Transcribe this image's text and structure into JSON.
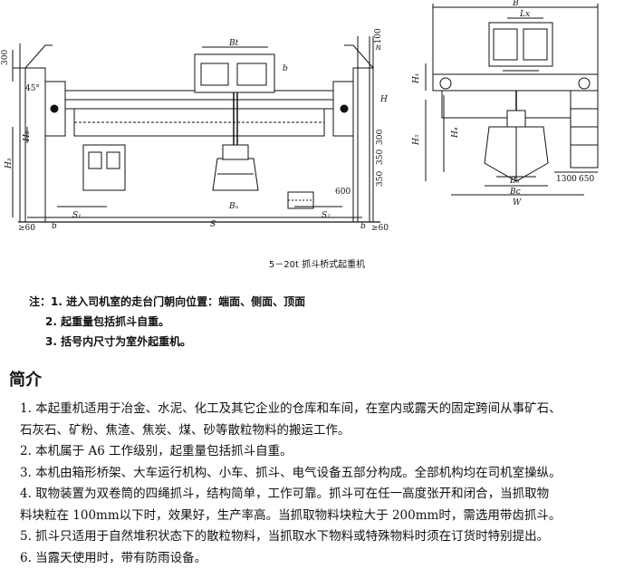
{
  "drawing": {
    "caption": "5－20t 抓斗桥式起重机",
    "labels": {
      "h300_left": "300",
      "angle45": "45°",
      "bt": "Bt",
      "b_top": "b",
      "ge100": "≥100",
      "h_right": "H",
      "h2": "H₂",
      "h3": "H₃",
      "h350": "350",
      "h300_right": "300",
      "h350_b": "350",
      "d600": "600",
      "bn": "Bₙ",
      "ge60_left": "≥60",
      "s1": "S₁",
      "s": "S",
      "s2": "S₂",
      "b_left": "b",
      "b_right": "b",
      "ge60_right": "≥60",
      "B": "B",
      "Lx": "Lx",
      "H1": "H₁",
      "H5": "H₅",
      "H4": "H₄",
      "B0": "B₀",
      "Bc": "Bᴄ",
      "W": "W",
      "d1300": "1300",
      "d650": "650"
    }
  },
  "notes": {
    "n1": "注：1. 进入司机室的走台门朝向位置：端面、侧面、顶面",
    "n2": "2. 起重量包括抓斗自重。",
    "n3": "3. 括号内尺寸为室外起重机。"
  },
  "intro": {
    "title": "简介",
    "lines": [
      "1. 本起重机适用于冶金、水泥、化工及其它企业的仓库和车间，在室内或露天的固定跨间从事矿石、",
      "石灰石、矿粉、焦渣、焦炭、煤、砂等散粒物料的搬运工作。",
      "2. 本机属于 A6 工作级别，起重量包括抓斗自重。",
      "3. 本机由箱形桥架、大车运行机构、小车、抓斗、电气设备五部分构成。全部机构均在司机室操纵。",
      "4. 取物装置为双卷筒的四绳抓斗，结构简单，工作可靠。抓斗可在任一高度张开和闭合，当抓取物",
      "料块粒在 100mm以下时，效果好，生产率高。当抓取物料块粒大于 200mm时，需选用带齿抓斗。",
      "5. 抓斗只适用于自然堆积状态下的散粒物料，当抓取水下物料或特殊物料时须在订货时特别提出。",
      "6. 当露天使用时，带有防雨设备。"
    ]
  }
}
